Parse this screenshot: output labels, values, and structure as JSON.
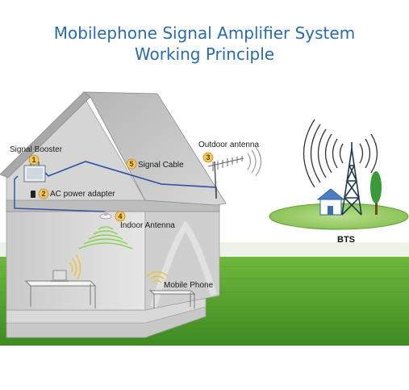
{
  "title": {
    "line1": "Mobilephone Signal Amplifier System",
    "line2": "Working Principle"
  },
  "labels": {
    "signal_booster": "Signal Booster",
    "ac_power_adapter": "AC power adapter",
    "outdoor_antenna": "Outdoor  antenna",
    "signal_cable": "Signal Cable",
    "indoor_antenna": "Indoor  Antenna",
    "mobile_phone": "Mobile Phone",
    "bts": "BTS"
  },
  "badges": {
    "b1": "1",
    "b2": "2",
    "b3": "3",
    "b4": "4",
    "b5": "5"
  },
  "colors": {
    "title": "#2a6aad",
    "badge": "#f3c75f",
    "cable": "#2b4fa0",
    "grass": "#4e9a2a",
    "tower": "#1f3a4a"
  },
  "icons": {
    "booster": "signal-booster-icon",
    "adapter": "power-adapter-icon",
    "outdoor": "yagi-antenna-icon",
    "indoor": "ceiling-antenna-icon",
    "tower": "cell-tower-icon"
  }
}
